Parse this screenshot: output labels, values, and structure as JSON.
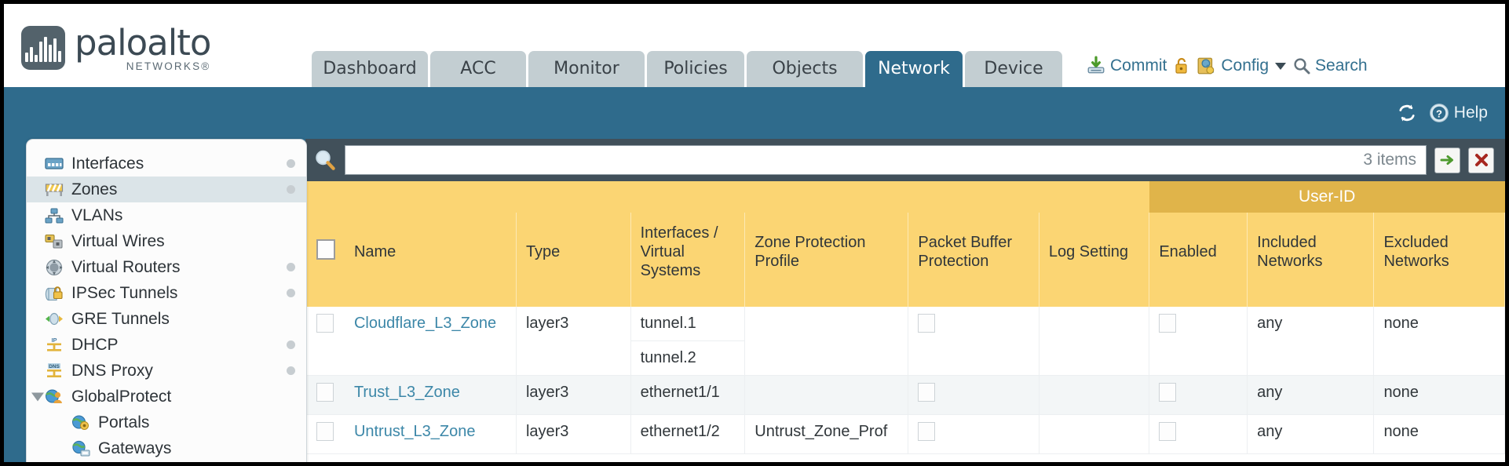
{
  "brand": {
    "name": "paloalto",
    "sub": "NETWORKS®",
    "logo_icon": "paloalto-logo-icon"
  },
  "header": {
    "tabs": [
      {
        "label": "Dashboard",
        "active": false
      },
      {
        "label": "ACC",
        "active": false
      },
      {
        "label": "Monitor",
        "active": false
      },
      {
        "label": "Policies",
        "active": false
      },
      {
        "label": "Objects",
        "active": false
      },
      {
        "label": "Network",
        "active": true
      },
      {
        "label": "Device",
        "active": false
      }
    ],
    "actions": {
      "commit_label": "Commit",
      "commit_icon": "commit-download-icon",
      "lock_icon": "unlock-icon",
      "config_label": "Config",
      "config_icon": "config-wrench-icon",
      "config_caret": "chevron-down-icon",
      "search_label": "Search",
      "search_icon": "search-magnifier-icon"
    }
  },
  "blueband": {
    "refresh_icon": "refresh-icon",
    "help_label": "Help",
    "help_icon": "help-question-icon"
  },
  "sidebar": {
    "items": [
      {
        "label": "Interfaces",
        "icon": "interfaces-icon",
        "selected": false,
        "dot": true,
        "child": false,
        "expander": false
      },
      {
        "label": "Zones",
        "icon": "zones-icon",
        "selected": true,
        "dot": true,
        "child": false,
        "expander": false
      },
      {
        "label": "VLANs",
        "icon": "vlans-icon",
        "selected": false,
        "dot": false,
        "child": false,
        "expander": false
      },
      {
        "label": "Virtual Wires",
        "icon": "virtual-wires-icon",
        "selected": false,
        "dot": false,
        "child": false,
        "expander": false
      },
      {
        "label": "Virtual Routers",
        "icon": "virtual-routers-icon",
        "selected": false,
        "dot": true,
        "child": false,
        "expander": false
      },
      {
        "label": "IPSec Tunnels",
        "icon": "ipsec-tunnels-icon",
        "selected": false,
        "dot": true,
        "child": false,
        "expander": false
      },
      {
        "label": "GRE Tunnels",
        "icon": "gre-tunnels-icon",
        "selected": false,
        "dot": false,
        "child": false,
        "expander": false
      },
      {
        "label": "DHCP",
        "icon": "dhcp-icon",
        "selected": false,
        "dot": true,
        "child": false,
        "expander": false
      },
      {
        "label": "DNS Proxy",
        "icon": "dns-proxy-icon",
        "selected": false,
        "dot": true,
        "child": false,
        "expander": false
      },
      {
        "label": "GlobalProtect",
        "icon": "globalprotect-icon",
        "selected": false,
        "dot": false,
        "child": false,
        "expander": true
      },
      {
        "label": "Portals",
        "icon": "portals-icon",
        "selected": false,
        "dot": false,
        "child": true,
        "expander": false
      },
      {
        "label": "Gateways",
        "icon": "gateways-icon",
        "selected": false,
        "dot": false,
        "child": true,
        "expander": false
      }
    ]
  },
  "search": {
    "value": "",
    "placeholder": "",
    "icon": "search-magnifier-icon",
    "item_count": "3 items",
    "apply_icon": "apply-arrow-icon",
    "clear_icon": "clear-x-icon"
  },
  "table": {
    "group_header": {
      "userid": "User-ID"
    },
    "columns": [
      {
        "key": "select",
        "label": ""
      },
      {
        "key": "name",
        "label": "Name"
      },
      {
        "key": "type",
        "label": "Type"
      },
      {
        "key": "interfaces",
        "label": "Interfaces / Virtual Systems"
      },
      {
        "key": "zone_prot",
        "label": "Zone Protection Profile"
      },
      {
        "key": "pkt_buffer",
        "label": "Packet Buffer Protection"
      },
      {
        "key": "log_setting",
        "label": "Log Setting"
      },
      {
        "key": "enabled",
        "label": "Enabled"
      },
      {
        "key": "included",
        "label": "Included Networks"
      },
      {
        "key": "excluded",
        "label": "Excluded Networks"
      }
    ],
    "rows": [
      {
        "name": "Cloudflare_L3_Zone",
        "type": "layer3",
        "interfaces": [
          "tunnel.1",
          "tunnel.2"
        ],
        "zone_protection_profile": "",
        "packet_buffer_protection": false,
        "log_setting": "",
        "userid_enabled": false,
        "included_networks": "any",
        "excluded_networks": "none"
      },
      {
        "name": "Trust_L3_Zone",
        "type": "layer3",
        "interfaces": [
          "ethernet1/1"
        ],
        "zone_protection_profile": "",
        "packet_buffer_protection": false,
        "log_setting": "",
        "userid_enabled": false,
        "included_networks": "any",
        "excluded_networks": "none"
      },
      {
        "name": "Untrust_L3_Zone",
        "type": "layer3",
        "interfaces": [
          "ethernet1/2"
        ],
        "zone_protection_profile": "Untrust_Zone_Prof",
        "packet_buffer_protection": false,
        "log_setting": "",
        "userid_enabled": false,
        "included_networks": "any",
        "excluded_networks": "none"
      }
    ]
  },
  "colors": {
    "brand_blue": "#2f6b8c",
    "header_yellow": "#fbd573",
    "userid_yellow": "#e0b44a",
    "link_blue": "#3c87a8",
    "panel_dark": "#41505a"
  }
}
